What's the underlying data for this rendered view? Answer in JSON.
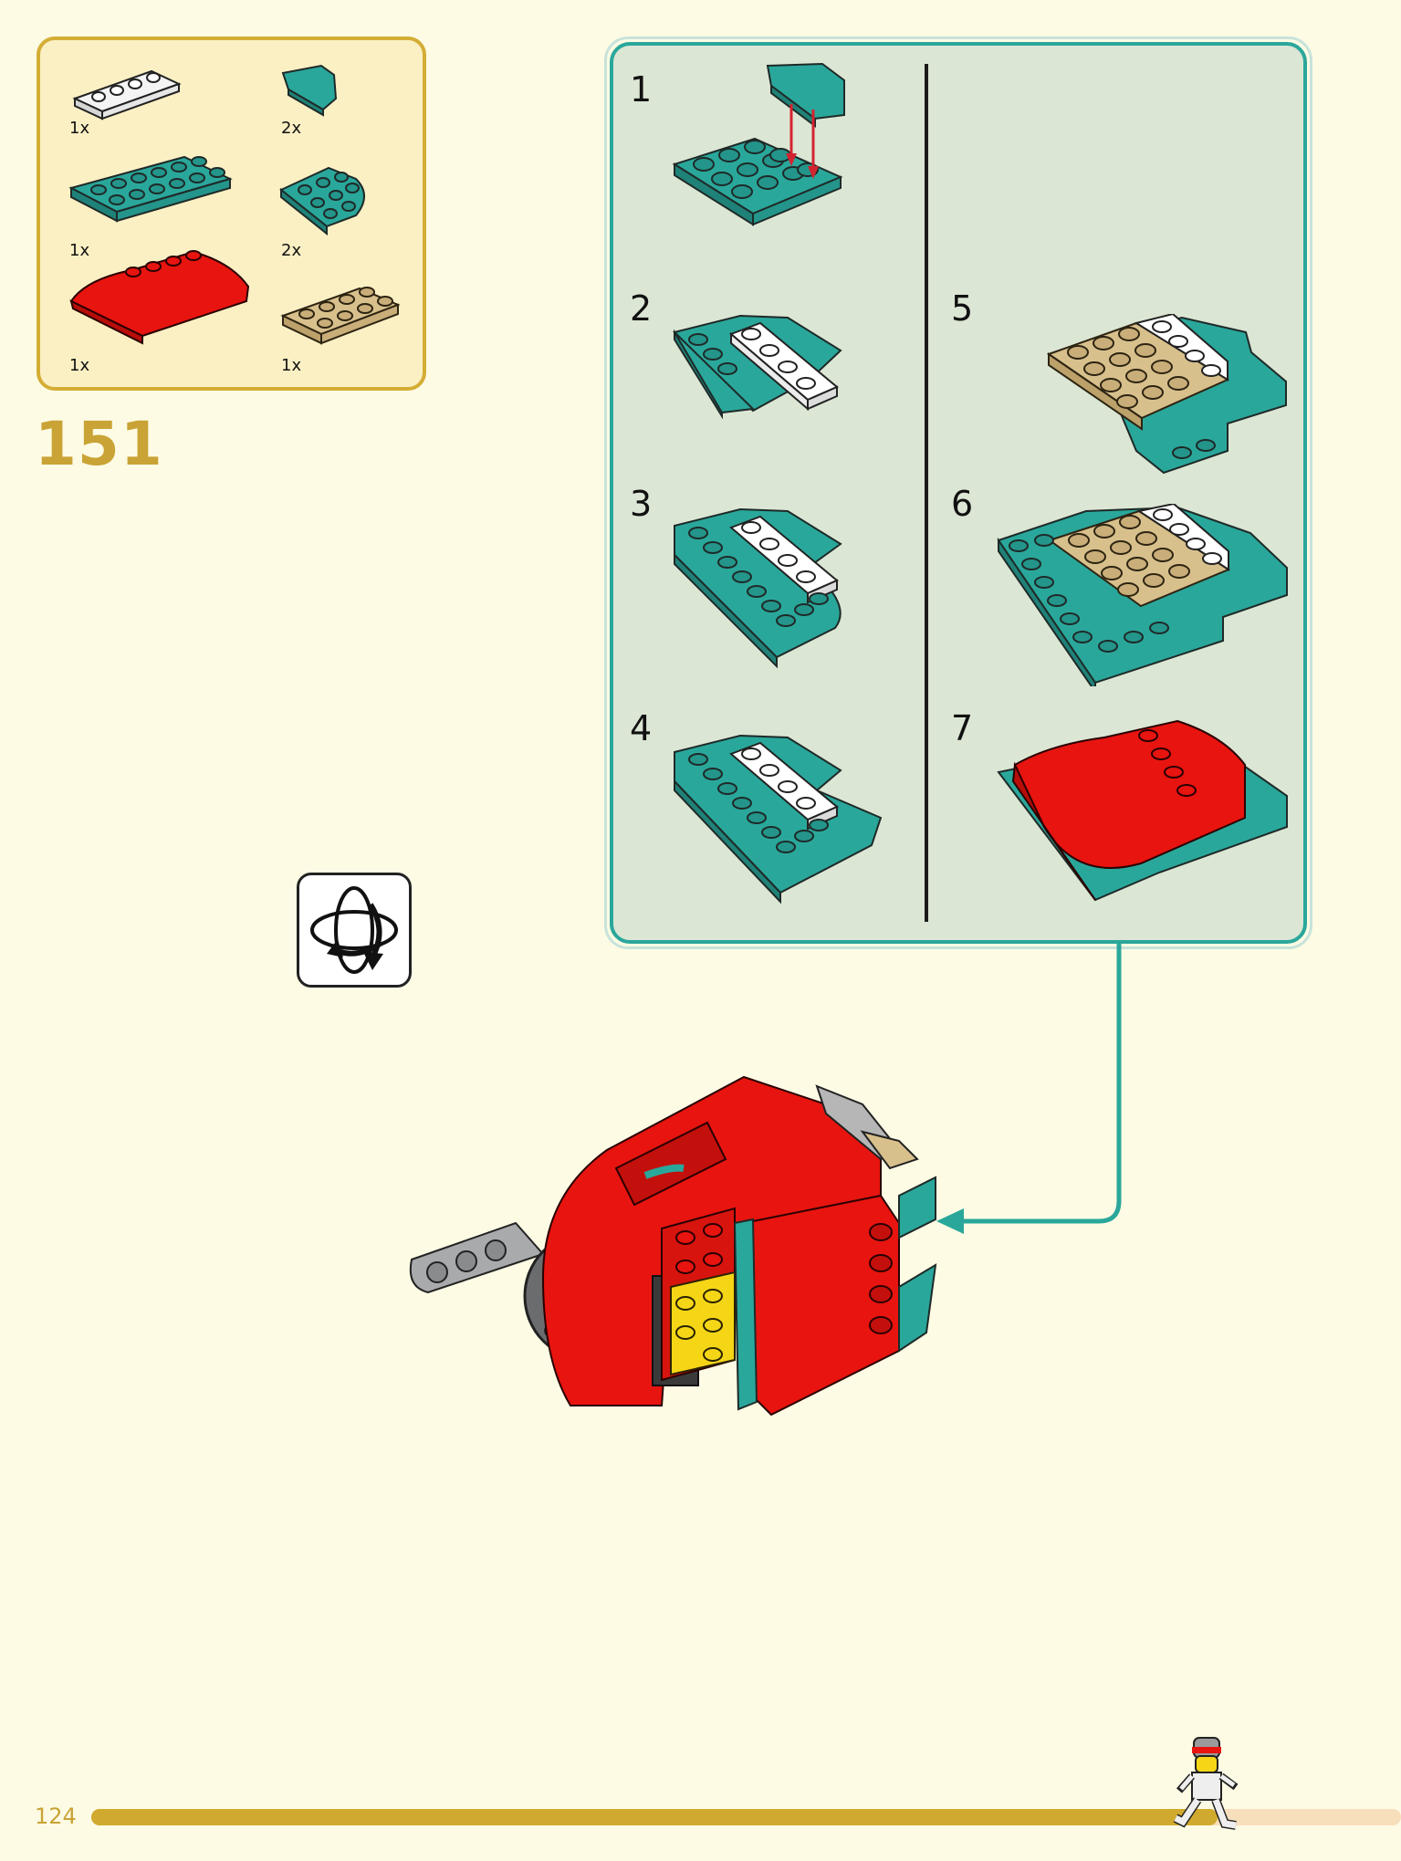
{
  "page": {
    "number": "124",
    "progress_fraction": 0.86
  },
  "step": {
    "number": "151"
  },
  "parts": [
    {
      "name": "white-plate-1x4",
      "qty": "1x",
      "color": "#ffffff"
    },
    {
      "name": "teal-wing-tile",
      "qty": "2x",
      "color": "#2aa79b"
    },
    {
      "name": "teal-plate-2x6",
      "qty": "1x",
      "color": "#2aa79b"
    },
    {
      "name": "teal-round-corner-plate",
      "qty": "2x",
      "color": "#2aa79b"
    },
    {
      "name": "red-curved-slope-wedge",
      "qty": "1x",
      "color": "#e8140f"
    },
    {
      "name": "tan-plate-2x4",
      "qty": "1x",
      "color": "#d8c08c"
    }
  ],
  "substeps": [
    "1",
    "2",
    "3",
    "4",
    "5",
    "6",
    "7"
  ],
  "colors": {
    "accent_gold": "#c9a335",
    "callout_teal": "#2aa79b",
    "callout_bg": "#dbe6d4",
    "background": "#fdfbe4",
    "red": "#e8140f",
    "tan": "#d8c08c",
    "teal": "#2aa79b"
  },
  "icons": {
    "rotate": "rotate-model-icon",
    "minifigure": "minifigure-runner-icon"
  }
}
